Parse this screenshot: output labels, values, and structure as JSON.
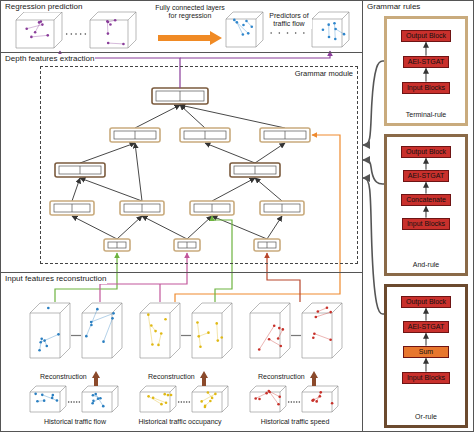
{
  "diagram": {
    "nodes": [
      {
        "text": [
          "Regression prediction"
        ]
      },
      {
        "text": [
          "Depth features extraction"
        ]
      },
      {
        "text": [
          "Grammar module"
        ],
        "in": 1
      },
      {
        "text": [
          "Input features reconstruction"
        ]
      },
      {
        "text": [
          "Grammar rules"
        ]
      },
      {
        "text": [
          "Terminal-rule"
        ],
        "in": 4
      },
      {
        "text": [
          "Output Block"
        ],
        "in": 5
      },
      {
        "text": [
          "AEI-STGAT"
        ],
        "in": 5
      },
      {
        "text": [
          "Input Blocks"
        ],
        "in": 5
      },
      {
        "text": [
          "And-rule"
        ],
        "in": 4
      },
      {
        "text": [
          "Output Block"
        ],
        "in": 9
      },
      {
        "text": [
          "AEI-STGAT"
        ],
        "in": 9
      },
      {
        "text": [
          "Concatenate"
        ],
        "in": 9
      },
      {
        "text": [
          "Input Blocks"
        ],
        "in": 9
      },
      {
        "text": [
          "Or-rule"
        ],
        "in": 4
      },
      {
        "text": [
          "Output Block"
        ],
        "in": 14
      },
      {
        "text": [
          "AEI-STGAT"
        ],
        "in": 14
      },
      {
        "text": [
          "Sum"
        ],
        "in": 14
      },
      {
        "text": [
          "Input Blocks"
        ],
        "in": 14
      }
    ],
    "edges": [
      {
        "from": 8,
        "to": 7,
        "arrow": "to"
      },
      {
        "from": 7,
        "to": 6,
        "arrow": "to"
      },
      {
        "from": 13,
        "to": 12,
        "arrow": "to"
      },
      {
        "from": 12,
        "to": 11,
        "arrow": "to"
      },
      {
        "from": 11,
        "to": 10,
        "arrow": "to"
      },
      {
        "from": 18,
        "to": 17,
        "arrow": "to"
      },
      {
        "from": 17,
        "to": 16,
        "arrow": "to"
      },
      {
        "from": 16,
        "to": 15,
        "arrow": "to"
      },
      {
        "from": 5,
        "to": 1,
        "arrow": "to"
      },
      {
        "from": 9,
        "to": 1,
        "arrow": "to"
      },
      {
        "from": 14,
        "to": 1,
        "arrow": "to"
      }
    ],
    "labels": [
      "Fully connected layers for regression",
      "Predictors of traffic flow",
      "Reconstruction",
      "Reconstruction",
      "Reconstruction",
      "Historical traffic flow",
      "Historical traffic occupancy",
      "Historical traffic speed"
    ]
  }
}
